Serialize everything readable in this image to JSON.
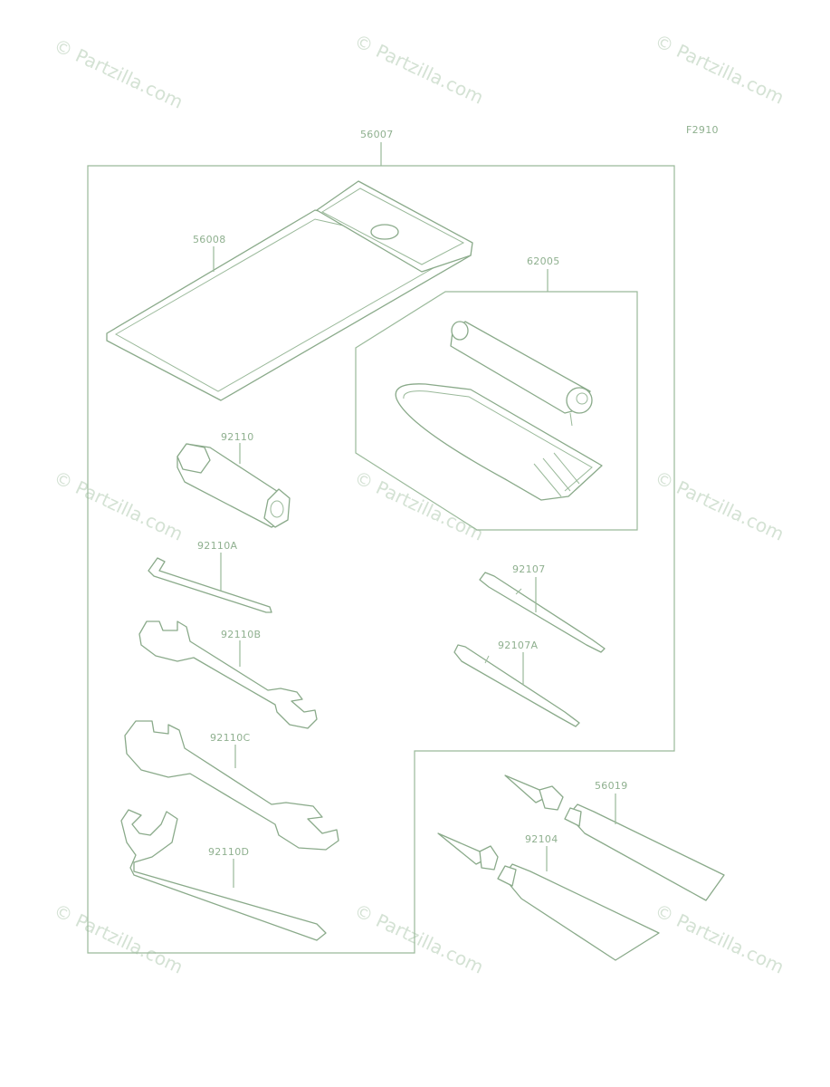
{
  "figure_code": "F2910",
  "watermark": "© Partzilla.com",
  "parts": {
    "tool_kit": "56007",
    "tool_bag": "56008",
    "pump_kit": "62005",
    "plug_wrench": "92110",
    "hex_wrench": "92110A",
    "open_wrench_b": "92110B",
    "open_wrench_c": "92110C",
    "hook_wrench": "92110D",
    "screwdriver": "92107",
    "screwdriver_a": "92107A",
    "grease_tube": "56019",
    "bond_tube": "92104"
  },
  "colors": {
    "line": "#9ab99a",
    "text": "#8fb08f",
    "watermark": "#d4e2d4"
  }
}
